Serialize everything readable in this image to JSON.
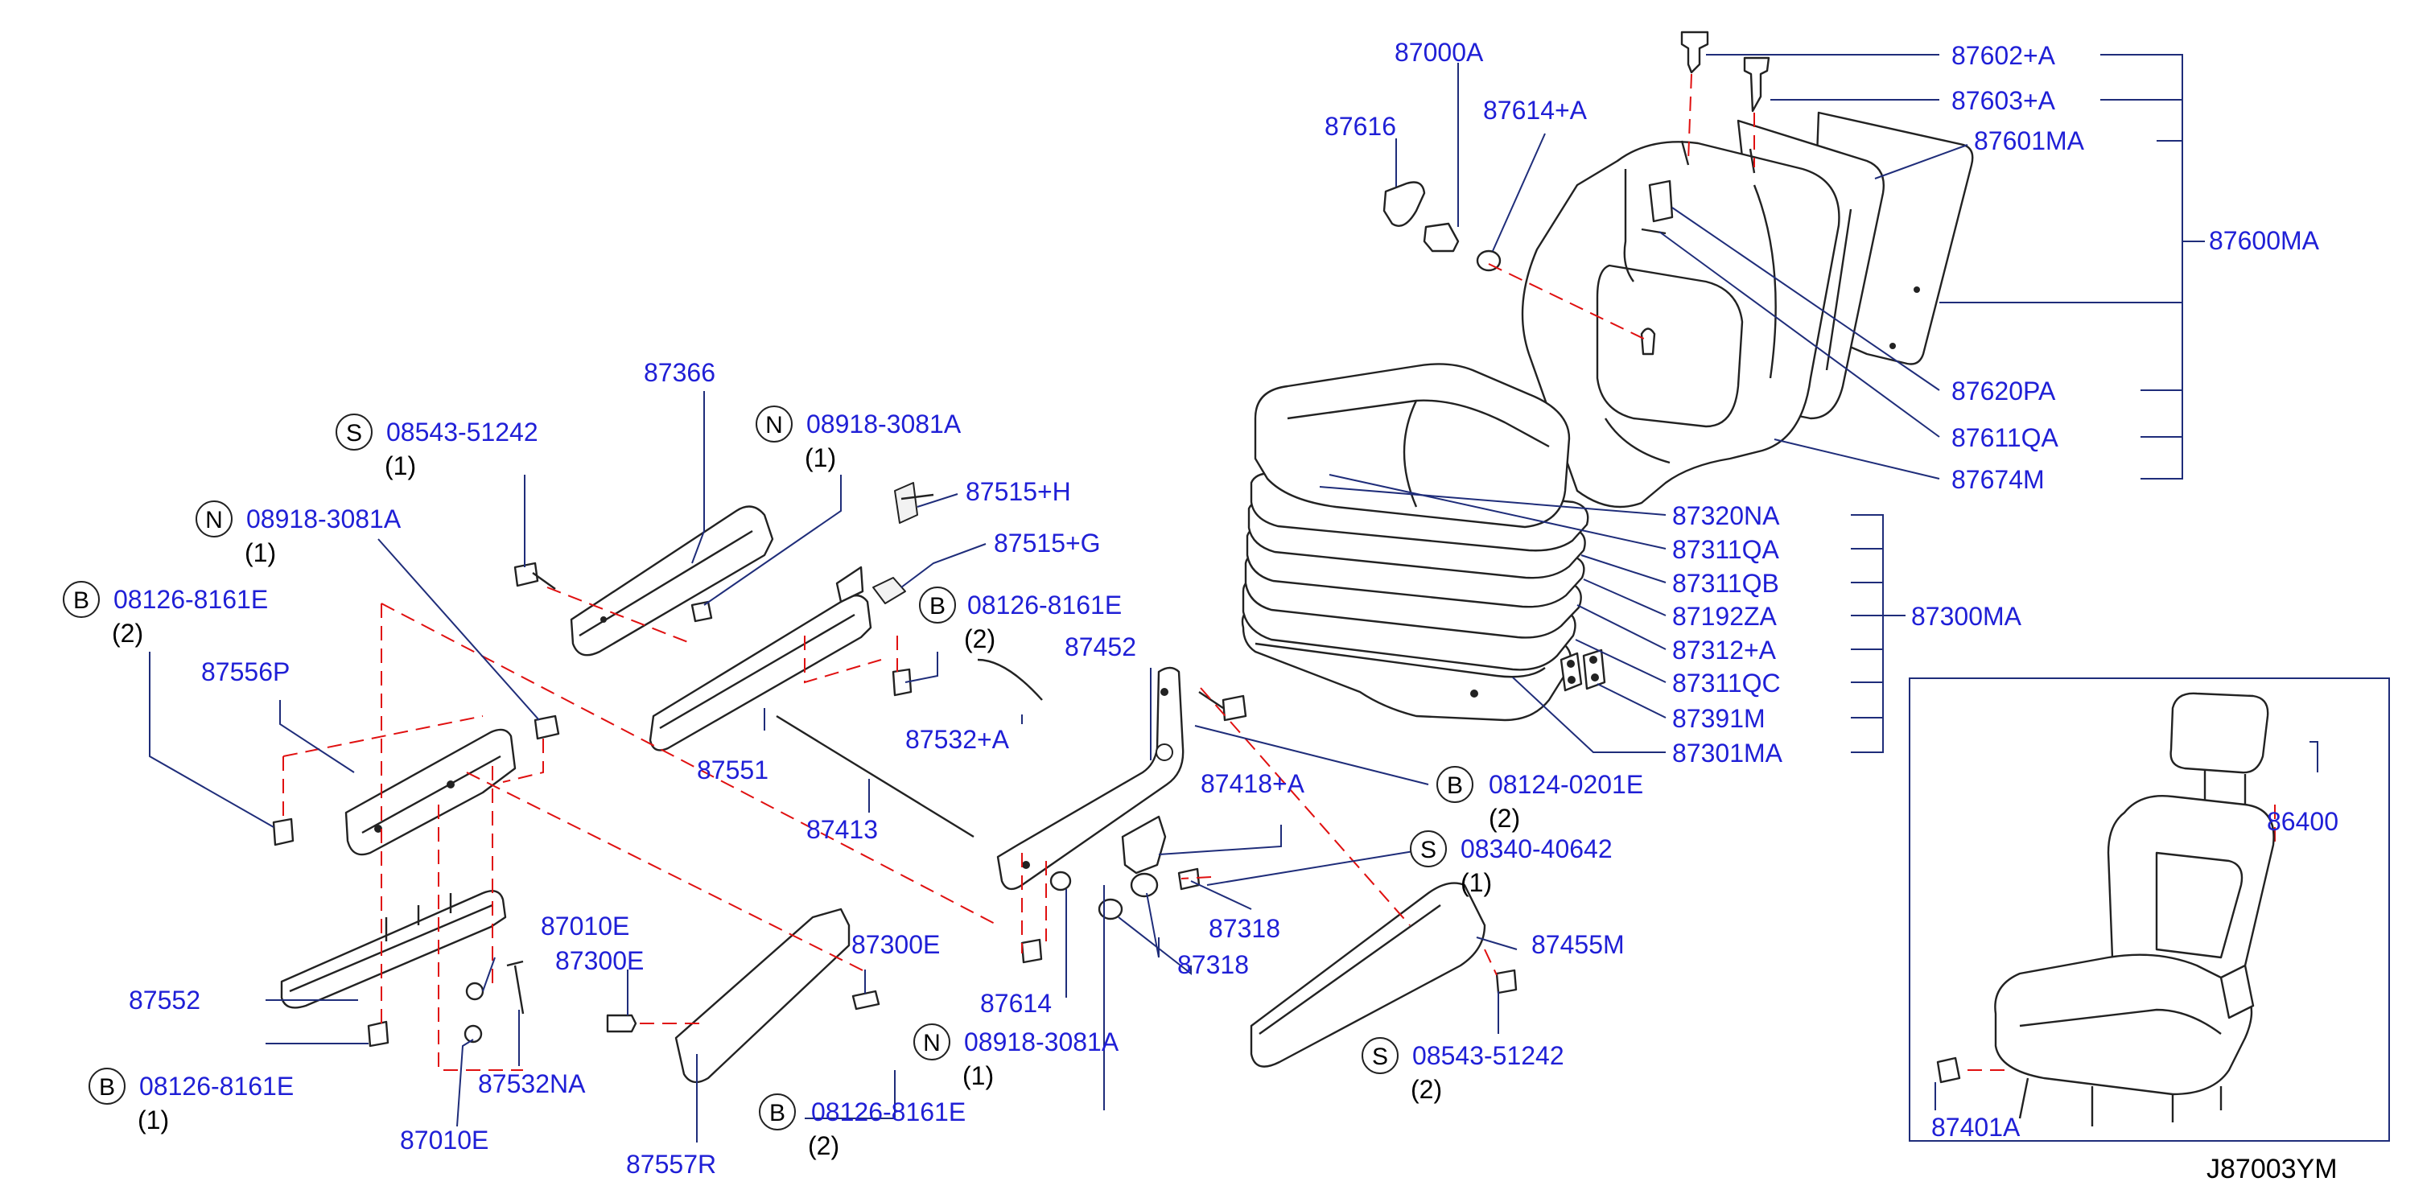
{
  "figure_code": "J87003YM",
  "colors": {
    "part_number": "#1f1fd6",
    "leader": "#1f2d7a",
    "dashed_guide": "#e01010",
    "ink": "#222222"
  },
  "parts": {
    "p87000A": "87000A",
    "p87616": "87616",
    "p87614A": "87614+A",
    "p87602A": "87602+A",
    "p87603A": "87603+A",
    "p87601MA": "87601MA",
    "p87600MA": "87600MA",
    "p87620PA": "87620PA",
    "p87611QA": "87611QA",
    "p87674M": "87674M",
    "p87320NA": "87320NA",
    "p87311QA": "87311QA",
    "p87311QB": "87311QB",
    "p87192ZA": "87192ZA",
    "p87312A": "87312+A",
    "p87311QC": "87311QC",
    "p87391M": "87391M",
    "p87301MA": "87301MA",
    "p87300MA": "87300MA",
    "p87366": "87366",
    "p87515H": "87515+H",
    "p87515G": "87515+G",
    "p87532A": "87532+A",
    "p87452": "87452",
    "p87556P": "87556P",
    "p87551": "87551",
    "p87413": "87413",
    "p87418A": "87418+A",
    "p87318a": "87318",
    "p87318b": "87318",
    "p87455M": "87455M",
    "p87552": "87552",
    "p87010Ea": "87010E",
    "p87010Eb": "87010E",
    "p87300Ea": "87300E",
    "p87300Eb": "87300E",
    "p87532NA": "87532NA",
    "p87557R": "87557R",
    "p87614": "87614",
    "p86400": "86400",
    "p87401A": "87401A"
  },
  "fasteners": [
    {
      "badge": "S",
      "part": "08543-51242",
      "qty": "(1)"
    },
    {
      "badge": "N",
      "part": "08918-3081A",
      "qty": "(1)"
    },
    {
      "badge": "N",
      "part": "08918-3081A",
      "qty": "(1)"
    },
    {
      "badge": "B",
      "part": "08126-8161E",
      "qty": "(2)"
    },
    {
      "badge": "B",
      "part": "08126-8161E",
      "qty": "(2)"
    },
    {
      "badge": "B",
      "part": "08124-0201E",
      "qty": "(2)"
    },
    {
      "badge": "S",
      "part": "08340-40642",
      "qty": "(1)"
    },
    {
      "badge": "S",
      "part": "08543-51242",
      "qty": "(2)"
    },
    {
      "badge": "N",
      "part": "08918-3081A",
      "qty": "(1)"
    },
    {
      "badge": "B",
      "part": "08126-8161E",
      "qty": "(1)"
    },
    {
      "badge": "B",
      "part": "08126-8161E",
      "qty": "(2)"
    }
  ]
}
